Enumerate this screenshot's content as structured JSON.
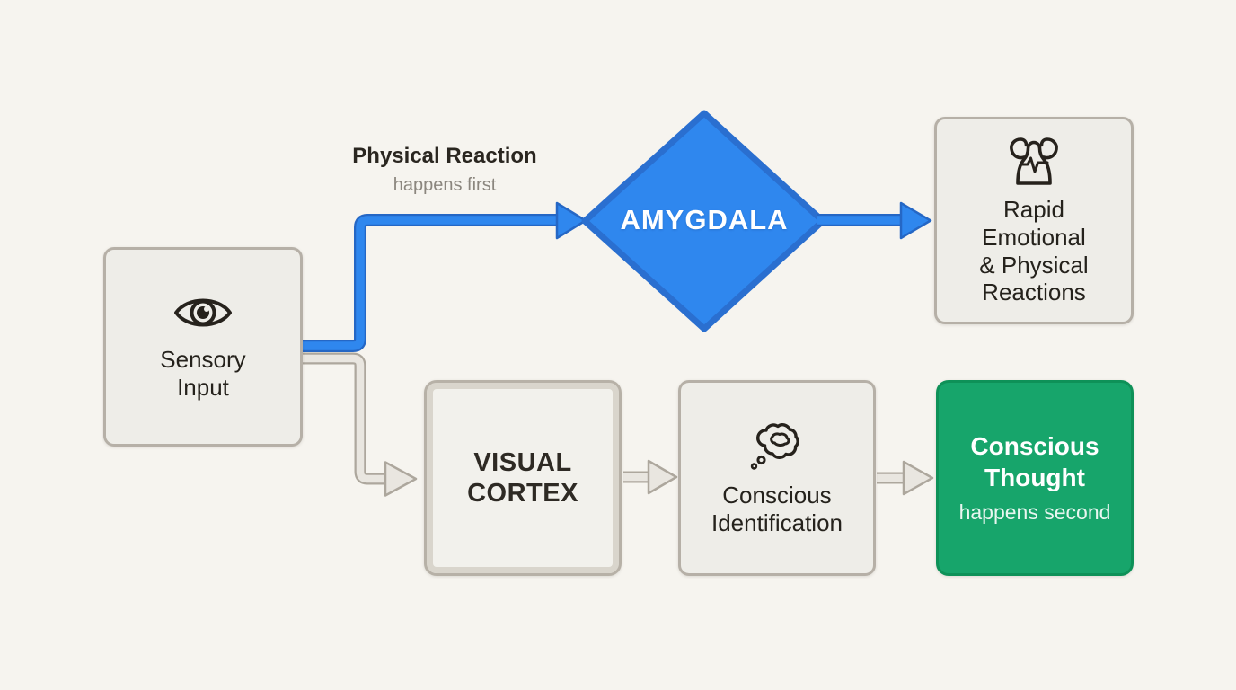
{
  "diagram": {
    "fast_path_label": {
      "title": "Physical Reaction",
      "subtitle": "happens first"
    },
    "nodes": {
      "sensory": {
        "label": "Sensory\nInput",
        "icon": "eye-icon"
      },
      "amygdala": {
        "label": "AMYGDALA"
      },
      "rapid": {
        "label": "Rapid\nEmotional\n& Physical\nReactions",
        "icon": "flex-muscle-icon"
      },
      "visual_cortex": {
        "label": "VISUAL\nCORTEX"
      },
      "conscious_identification": {
        "label": "Conscious\nIdentification",
        "icon": "thought-bubble-icon"
      },
      "conscious_thought": {
        "title": "Conscious\nThought",
        "subtitle": "happens second"
      }
    },
    "colors": {
      "background": "#f6f4ef",
      "box_fill": "#eeede8",
      "box_border": "#b6b0a7",
      "blue_fill": "#2f87ee",
      "blue_border": "#2567c5",
      "green_fill": "#17a56b",
      "green_border": "#0e9158",
      "gray_arrow_fill": "#e9e6e0",
      "gray_arrow_border": "#ada79d",
      "text_dark": "#25221c",
      "text_muted": "#8b867e"
    }
  }
}
